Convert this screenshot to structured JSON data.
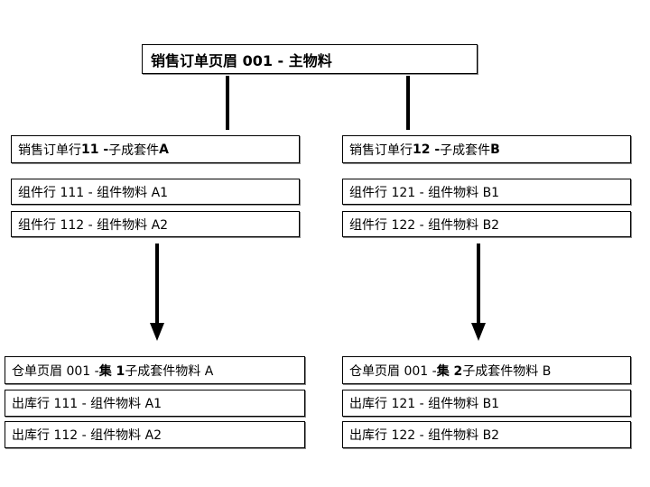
{
  "header": {
    "parts": [
      "销售订单页眉 001 - 主物料"
    ]
  },
  "left": {
    "order_line": {
      "parts": [
        "销售订单行 ",
        "11 -",
        " 子成套件 ",
        "A"
      ]
    },
    "components": [
      "组件行 111 - 组件物料 A1",
      "组件行 112 - 组件物料 A2"
    ],
    "warehouse_header": {
      "parts": [
        "仓单页眉 001 - ",
        "集 1",
        " 子成套件物料 A"
      ]
    },
    "shipment_lines": [
      "出库行 111 - 组件物料 A1",
      "出库行 112 - 组件物料 A2"
    ]
  },
  "right": {
    "order_line": {
      "parts": [
        "销售订单行 ",
        "12 -",
        " 子成套件 ",
        "B"
      ]
    },
    "components": [
      "组件行 121 - 组件物料 B1",
      "组件行 122 - 组件物料 B2"
    ],
    "warehouse_header": {
      "parts": [
        "仓单页眉 001 - ",
        "集 2",
        " 子成套件物料 B"
      ]
    },
    "shipment_lines": [
      "出库行 121 - 组件物料 B1",
      "出库行 122 - 组件物料 B2"
    ]
  }
}
